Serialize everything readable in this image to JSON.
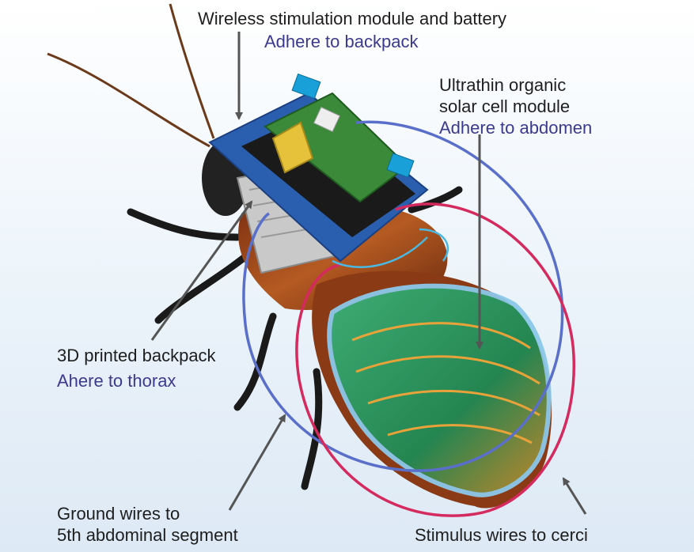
{
  "labels": {
    "wireless_module": "Wireless stimulation module and battery",
    "adhere_backpack": "Adhere to backpack",
    "solar_line1": "Ultrathin organic",
    "solar_line2": "solar cell module",
    "adhere_abdomen": "Adhere to abdomen",
    "backpack": "3D printed backpack",
    "adhere_thorax": "Ahere to thorax",
    "ground_line1": "Ground wires to",
    "ground_line2": "5th abdominal segment",
    "stimulus": "Stimulus wires to cerci"
  },
  "colors": {
    "text": "#1e1e1e",
    "instruction_text": "#3b3a8f",
    "ground_wire_loop": "#5a6fc9",
    "stimulus_wire_loop": "#d42a5e",
    "pointer_arrow": "#555555",
    "solar_cell": "#2a9a63",
    "circuit_board": "#2a5fb0",
    "shell": "#a4501e"
  }
}
